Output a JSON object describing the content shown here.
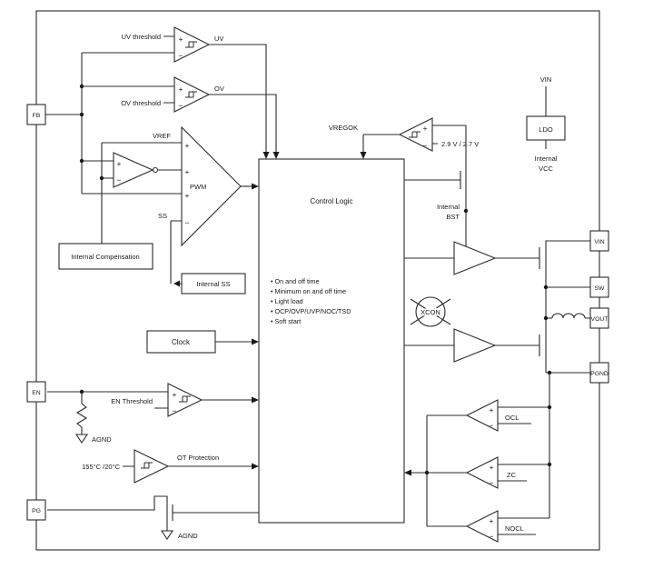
{
  "pins": {
    "fb": "FB",
    "en": "EN",
    "pg": "PG",
    "vin": "VIN",
    "sw": "SW",
    "vout": "VOUT",
    "pgnd": "PGND"
  },
  "protection": {
    "uv_threshold": "UV threshold",
    "uv_out": "UV",
    "ov_threshold": "OV threshold",
    "ov_out": "OV",
    "en_threshold": "EN Threshold",
    "ot_temp": "155°C /20°C",
    "ot_out": "OT Protection",
    "ocl": "OCL",
    "zc": "ZC",
    "nocl": "NOCL"
  },
  "regulator": {
    "vref": "VREF",
    "pwm": "PWM",
    "ss": "SS",
    "internal_compensation": "Internal Compensation",
    "internal_ss": "Internal SS",
    "clock": "Clock",
    "vregok": "VREGOK",
    "vregok_levels": "2.9 V / 2.7 V",
    "vin_top": "VIN",
    "ldo": "LDO",
    "internal_vcc_1": "Internal",
    "internal_vcc_2": "VCC",
    "internal_bst_1": "Internal",
    "internal_bst_2": "BST",
    "xcon": "XCON",
    "agnd_en": "AGND",
    "agnd_pg": "AGND"
  },
  "control_logic": {
    "title": "Control Logic",
    "features": [
      "• On and off time",
      "• Minimum on and off time",
      "• Light load",
      "• OCP/OVP/UVP/NOC/TSD",
      "• Soft start"
    ]
  },
  "signs": {
    "plus": "+",
    "minus": "−"
  },
  "colors": {
    "line": "#2b2b2b",
    "background": "#ffffff"
  }
}
